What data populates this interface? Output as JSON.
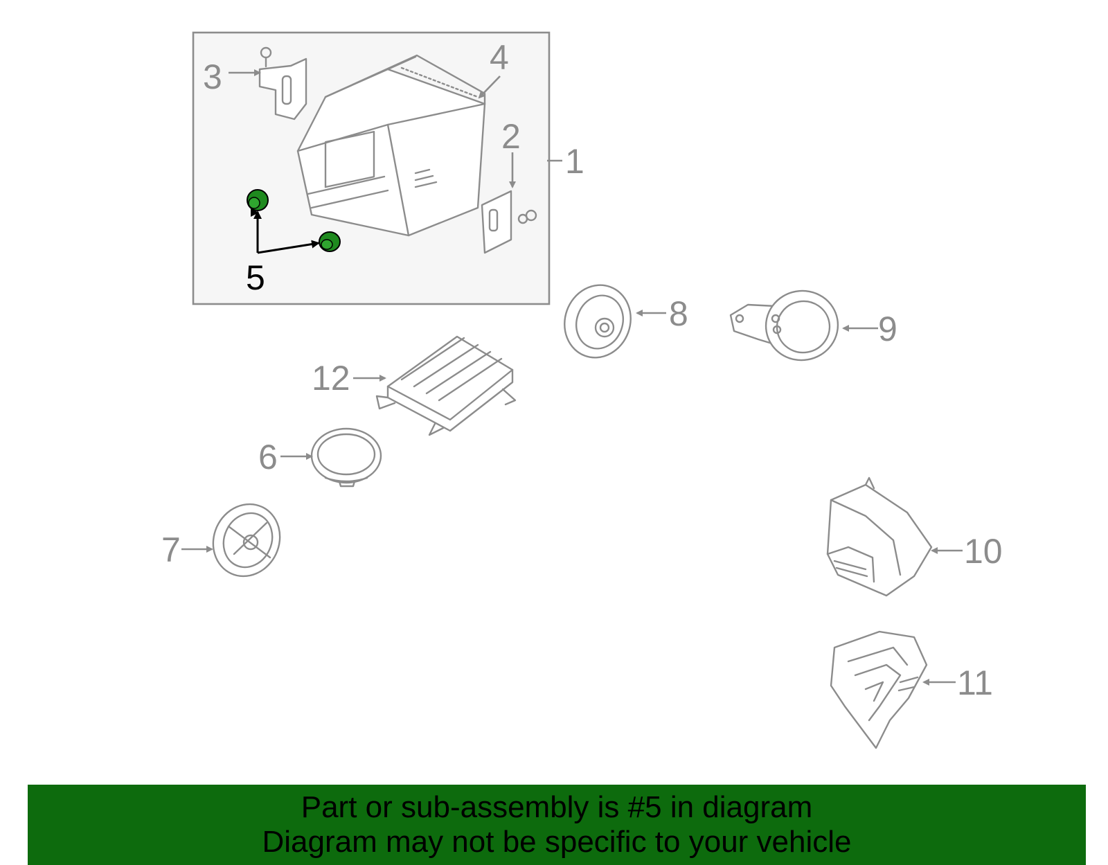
{
  "diagram": {
    "callouts": [
      {
        "id": "1",
        "label": "1"
      },
      {
        "id": "2",
        "label": "2"
      },
      {
        "id": "3",
        "label": "3"
      },
      {
        "id": "4",
        "label": "4"
      },
      {
        "id": "5",
        "label": "5",
        "highlighted": true
      },
      {
        "id": "6",
        "label": "6"
      },
      {
        "id": "7",
        "label": "7"
      },
      {
        "id": "8",
        "label": "8"
      },
      {
        "id": "9",
        "label": "9"
      },
      {
        "id": "10",
        "label": "10"
      },
      {
        "id": "11",
        "label": "11"
      },
      {
        "id": "12",
        "label": "12"
      }
    ],
    "colors": {
      "line_art": "#8c8c8c",
      "highlight_part": "#1f8a1f",
      "highlight_label": "#000000",
      "box_fill": "#f6f6f6",
      "banner": "#0d6b0d"
    }
  },
  "footer": {
    "line1": "Part or sub-assembly is #5 in diagram",
    "line2": "Diagram may not be specific to your vehicle"
  }
}
